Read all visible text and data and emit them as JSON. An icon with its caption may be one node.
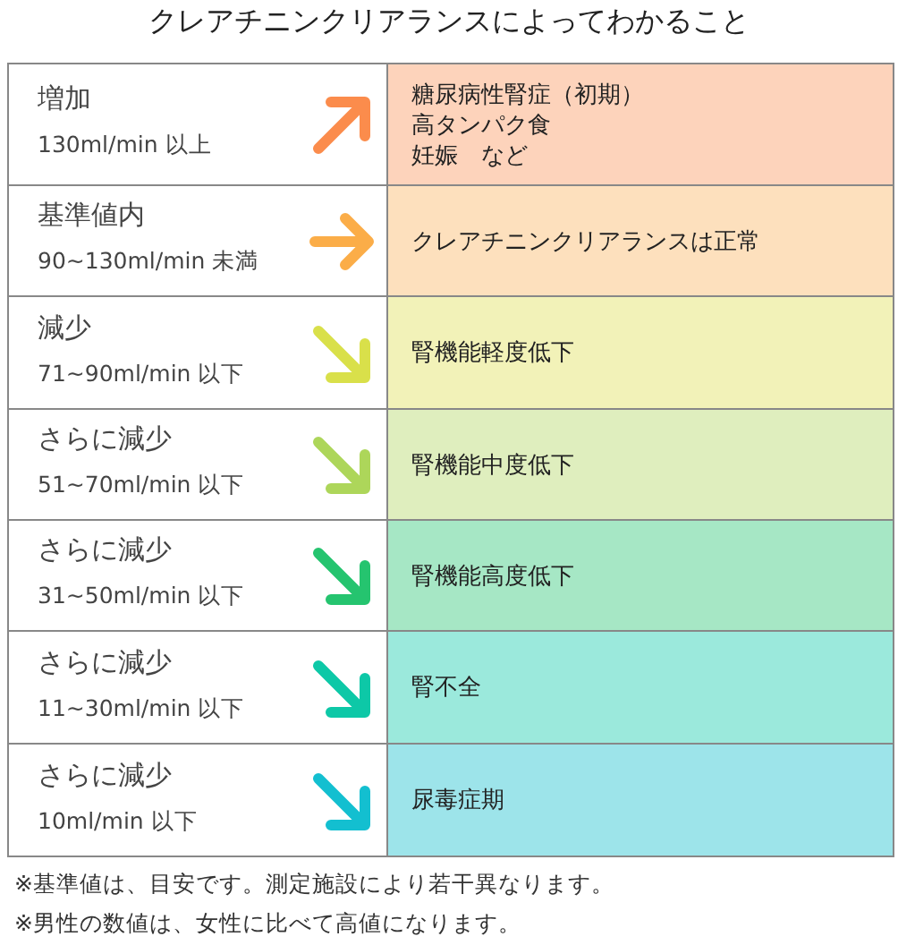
{
  "diagram": {
    "title": "クレアチニンクリアランスによってわかること",
    "nodes": [
      {
        "text": [
          "増加",
          "130ml/min 以上"
        ]
      },
      {
        "text": [
          "糖尿病性腎症（初期）",
          "高タンパク食",
          "妊娠　など"
        ]
      },
      {
        "text": [
          "基準値内",
          "90~130ml/min 未満"
        ]
      },
      {
        "text": [
          "クレアチニンクリアランスは正常"
        ]
      },
      {
        "text": [
          "減少",
          "71~90ml/min 以下"
        ]
      },
      {
        "text": [
          "腎機能軽度低下"
        ]
      },
      {
        "text": [
          "さらに減少",
          "51~70ml/min 以下"
        ]
      },
      {
        "text": [
          "腎機能中度低下"
        ]
      },
      {
        "text": [
          "さらに減少",
          "31~50ml/min 以下"
        ]
      },
      {
        "text": [
          "腎機能高度低下"
        ]
      },
      {
        "text": [
          "さらに減少",
          "11~30ml/min 以下"
        ]
      },
      {
        "text": [
          "腎不全"
        ]
      },
      {
        "text": [
          "さらに減少",
          "10ml/min 以下"
        ]
      },
      {
        "text": [
          "尿毒症期"
        ]
      }
    ],
    "labels": [
      "※基準値は、目安です。測定施設により若干異なります。",
      "※男性の数値は、女性に比べて高値になります。"
    ]
  }
}
